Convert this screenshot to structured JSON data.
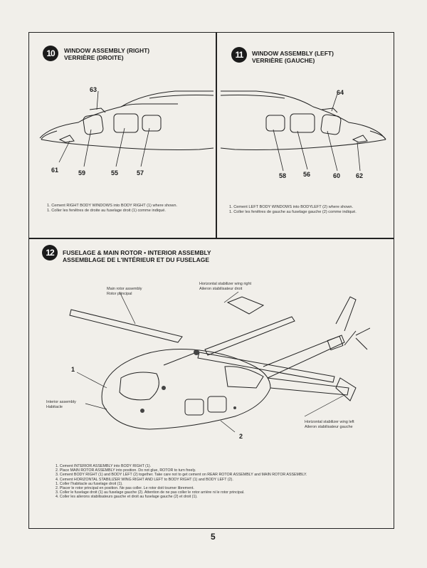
{
  "step10": {
    "number": "10",
    "title_en": "WINDOW ASSEMBLY (RIGHT)",
    "title_fr": "VERRIÈRE (DROITE)",
    "callouts": [
      "63",
      "61",
      "59",
      "55",
      "57"
    ],
    "notes": [
      "1.  Cement RIGHT BODY WINDOWS into BODY RIGHT (1) where shown.",
      "1.  Coller les fenêtres de droite au fuselage droit (1) comme indiqué."
    ]
  },
  "step11": {
    "number": "11",
    "title_en": "WINDOW ASSEMBLY (LEFT)",
    "title_fr": "VERRIÈRE (GAUCHE)",
    "callouts": [
      "64",
      "58",
      "56",
      "60",
      "62"
    ],
    "notes": [
      "1.  Cement LEFT BODY WINDOWS into BODYLEFT (2) where shown.",
      "1.  Coller les fenêtres de gauche au fuselage gauche (2) comme indiqué."
    ]
  },
  "step12": {
    "number": "12",
    "title_en": "FUSELAGE & MAIN ROTOR • INTERIOR ASSEMBLY",
    "title_fr": "ASSEMBLAGE DE L'INTÉRIEUR ET DU FUSELAGE",
    "labels": {
      "main_rotor": [
        "Main rotor assembly",
        "Rotor principal"
      ],
      "stab_right": [
        "Horizontal stabilizer wing right",
        "Aileron stabilisateur droit"
      ],
      "interior": [
        "Interior assembly",
        "Habitacle"
      ],
      "stab_left": [
        "Horizontal stabilizer wing left",
        "Aileron stabilisateur gauche"
      ]
    },
    "callouts": [
      "1",
      "2"
    ],
    "notes": [
      "1.  Cement INTERIOR ASSEMBLY into BODY RIGHT (1).",
      "2.  Place MAIN ROTOR ASSEMBLY into position. Do not glue, ROTOR to turn freely.",
      "3.  Cement BODY RIGHT (1) and BODY LEFT (2) together. Take care not to get cement on REAR ROTOR ASSEMBLY and MAIN ROTOR ASSEMBLY.",
      "4.  Cement HORIZONTAL STABILIZER WING RIGHT AND LEFT to BODY RIGHT (1) and BODY LEFT (2).",
      "1.  Coller l'habitacle au fuselage droit (1).",
      "2.  Placer le rotor principal en position. Ne pas coller. Le rotor doit tourner librement.",
      "3.  Coller le fuselage droit (1) au fuselage gauche (2). Attention de ne pas coller le rotor arrière ni le rotor principal.",
      "4.  Coller les ailerons stabilisateurs gauche et droit au fuselage gauche (2) et droit (1)."
    ]
  },
  "page_number": "5"
}
